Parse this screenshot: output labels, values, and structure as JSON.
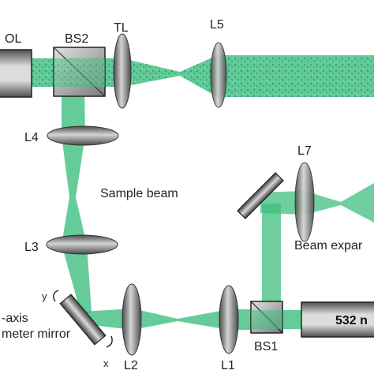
{
  "colors": {
    "beam": "#3fbf7f",
    "speckle": "#2e9a6a",
    "lens_dark": "#555555",
    "lens_light": "#c9c9c9",
    "box_dark": "#6e6e6e",
    "box_light": "#d6d6d6"
  },
  "labels": {
    "ol": "OL",
    "bs2": "BS2",
    "tl": "TL",
    "l5": "L5",
    "l4": "L4",
    "l3": "L3",
    "l7": "L7",
    "l2": "L2",
    "l1": "L1",
    "bs1": "BS1",
    "sample_beam": "Sample beam",
    "beam_expander": "Beam expar",
    "laser": "532 n",
    "mirror_line1": "-axis",
    "mirror_line2": "meter mirror",
    "axis_y": "y",
    "axis_x": "x"
  }
}
